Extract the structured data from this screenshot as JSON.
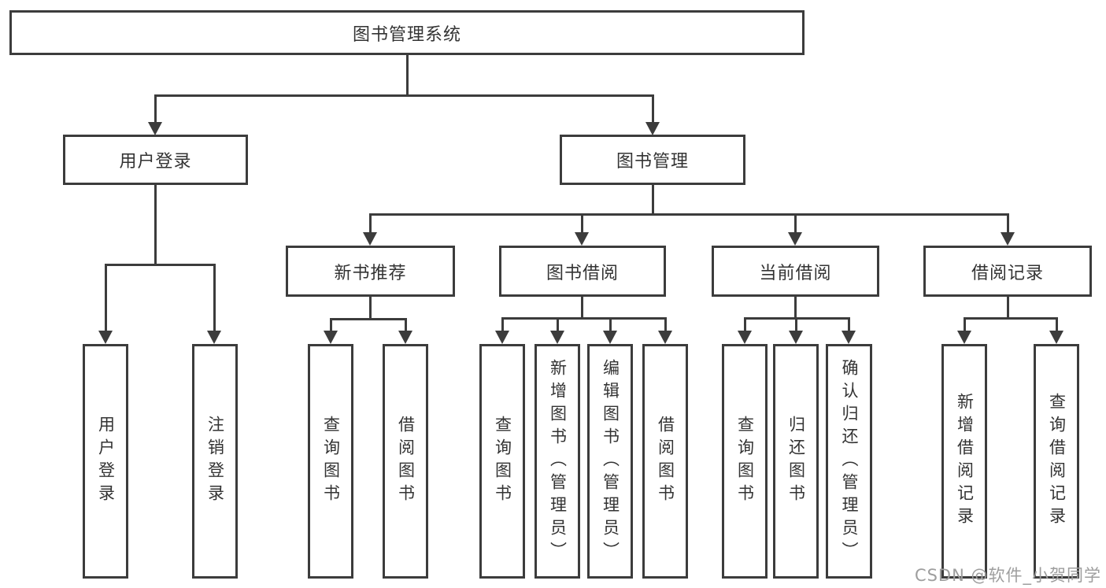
{
  "diagram": {
    "root": "图书管理系统",
    "level2": {
      "user_login": "用户登录",
      "book_mgmt": "图书管理"
    },
    "level3": {
      "new_book": "新书推荐",
      "book_borrow": "图书借阅",
      "current_borrow": "当前借阅",
      "borrow_record": "借阅记录"
    },
    "leaves": {
      "user_login": [
        "用户登录",
        "注销登录"
      ],
      "new_book": [
        "查询图书",
        "借阅图书"
      ],
      "book_borrow": [
        "查询图书",
        "新增图书（管理员）",
        "编辑图书（管理员）",
        "借阅图书"
      ],
      "current_borrow": [
        "查询图书",
        "归还图书",
        "确认归还（管理员）"
      ],
      "borrow_record": [
        "新增借阅记录",
        "查询借阅记录"
      ]
    }
  },
  "watermark": "CSDN @软件_小贺同学",
  "colors": {
    "line": "#3c3c3c",
    "text": "#333333",
    "watermark": "#9e9e9e"
  }
}
